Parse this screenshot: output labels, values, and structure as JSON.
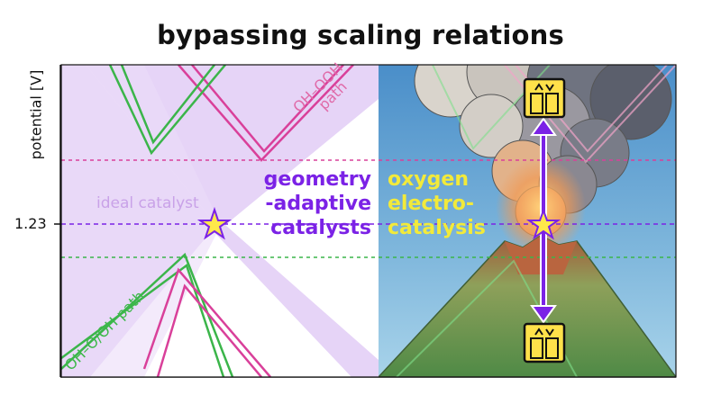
{
  "title": "bypassing scaling relations",
  "y_axis": {
    "label": "potential  [V]",
    "tick": "1.23"
  },
  "labels": {
    "ideal_catalyst": "ideal catalyst",
    "ooh_path_line1": "OH–OOH",
    "ooh_path_line2": "path",
    "oh_path": "OH–O/OH path",
    "left_panel": [
      "geometry",
      "-adaptive",
      "catalysts"
    ],
    "right_panel": [
      "oxygen",
      "electro-",
      "catalysis"
    ]
  },
  "colors": {
    "pink_path": "#d9409a",
    "green_path": "#3bb54a",
    "purple": "#7b22e6",
    "lavender_band": "#e6d4f7",
    "yellow_text": "#f2ea3a",
    "star": "#ffe84a"
  },
  "icons": [
    "star-icon",
    "elevator-icon",
    "double-arrow-icon",
    "volcano-illustration"
  ]
}
